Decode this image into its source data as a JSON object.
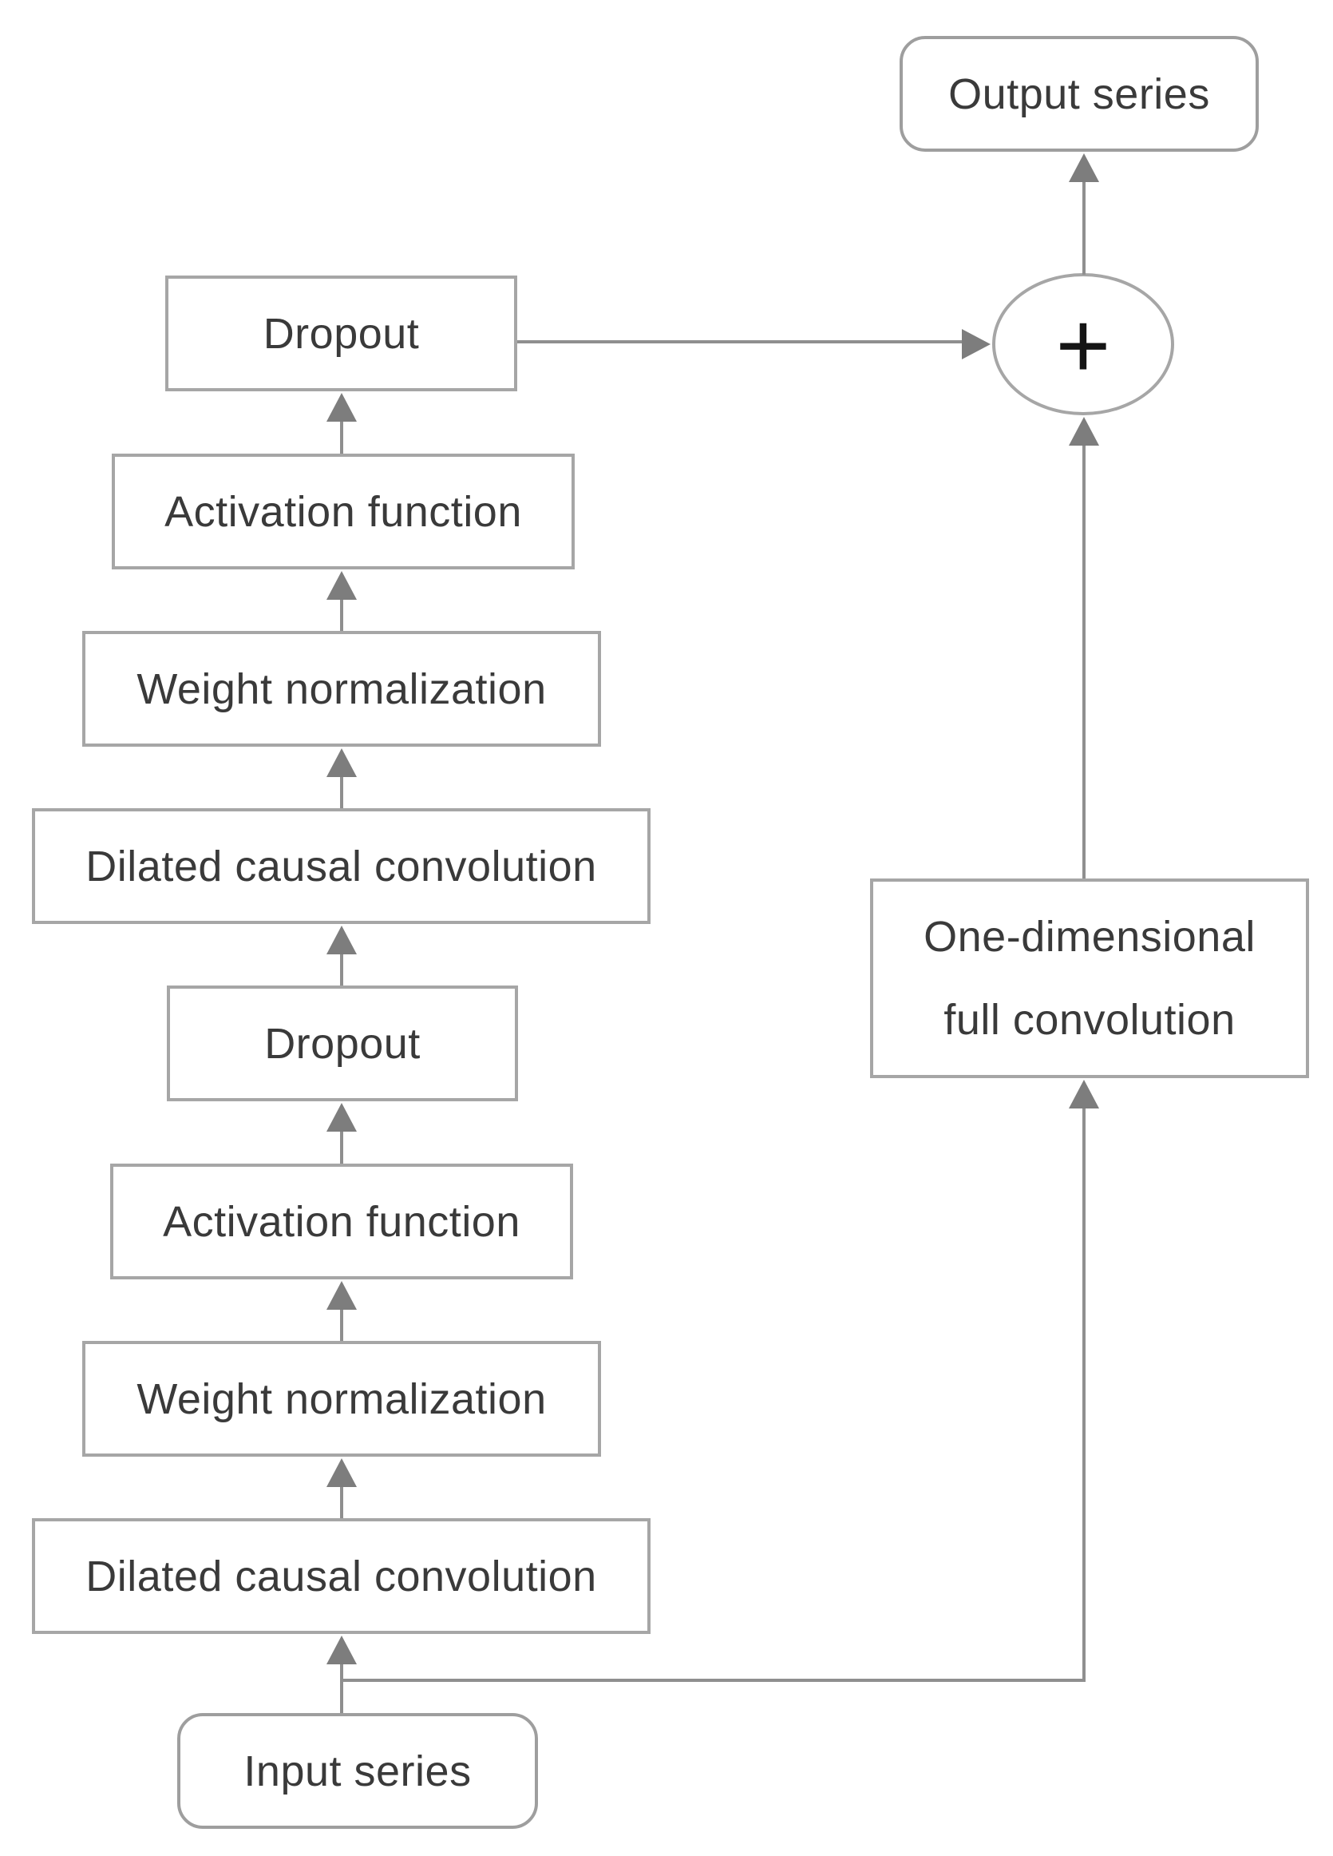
{
  "colors": {
    "background": "#ffffff",
    "box_border": "#a6a6a6",
    "rounded_border": "#9e9e9e",
    "connector": "#8f8f8f",
    "arrowhead": "#7d7d7d",
    "text": "#3a3a3a",
    "plus": "#141414"
  },
  "nodes": {
    "output_series": {
      "label": "Output series"
    },
    "sum_junction": {
      "symbol": "+"
    },
    "one_dimensional_full_convolution": {
      "label_line1": "One-dimensional",
      "label_line2": "full convolution"
    },
    "residual_stack": [
      {
        "label": "Dropout"
      },
      {
        "label": "Activation function"
      },
      {
        "label": "Weight normalization"
      },
      {
        "label": "Dilated causal convolution"
      },
      {
        "label": "Dropout"
      },
      {
        "label": "Activation function"
      },
      {
        "label": "Weight normalization"
      },
      {
        "label": "Dilated causal convolution"
      }
    ],
    "input_series": {
      "label": "Input series"
    }
  },
  "edges": [
    {
      "from": "input-series",
      "to": "dilated-causal-convolution-2"
    },
    {
      "from": "dilated-causal-convolution-2",
      "to": "weight-normalization-2"
    },
    {
      "from": "weight-normalization-2",
      "to": "activation-function-2"
    },
    {
      "from": "activation-function-2",
      "to": "dropout-2"
    },
    {
      "from": "dropout-2",
      "to": "dilated-causal-convolution-1"
    },
    {
      "from": "dilated-causal-convolution-1",
      "to": "weight-normalization-1"
    },
    {
      "from": "weight-normalization-1",
      "to": "activation-function-1"
    },
    {
      "from": "activation-function-1",
      "to": "dropout-1"
    },
    {
      "from": "dropout-1",
      "to": "sum-junction"
    },
    {
      "from": "input-branch",
      "to": "one-dimensional-full-convolution"
    },
    {
      "from": "one-dimensional-full-convolution",
      "to": "sum-junction"
    },
    {
      "from": "sum-junction",
      "to": "output-series"
    }
  ]
}
